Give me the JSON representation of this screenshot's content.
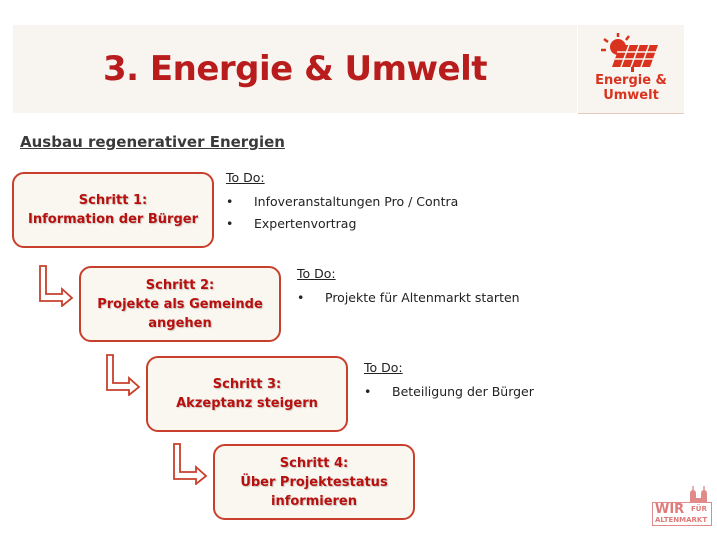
{
  "header": {
    "title": "3. Energie & Umwelt",
    "logo_text_line1": "Energie &",
    "logo_text_line2": "Umwelt"
  },
  "subtitle": "Ausbau regenerativer Energien",
  "steps": [
    {
      "line1": "Schritt 1:",
      "line2": "Information der Bürger",
      "line3": "",
      "todo_label": "To Do:",
      "todos": [
        "Infoveranstaltungen Pro / Contra",
        "Expertenvortrag"
      ]
    },
    {
      "line1": "Schritt 2:",
      "line2": "Projekte als Gemeinde",
      "line3": "angehen",
      "todo_label": "To Do:",
      "todos": [
        "Projekte für Altenmarkt starten"
      ]
    },
    {
      "line1": "Schritt 3:",
      "line2": "Akzeptanz steigern",
      "line3": "",
      "todo_label": "To Do:",
      "todos": [
        "Beteiligung der Bürger"
      ]
    },
    {
      "line1": "Schritt 4:",
      "line2": "Über Projektestatus",
      "line3": "informieren"
    }
  ],
  "bullet": "•",
  "footer_logo": {
    "text1": "WIR",
    "text2": "FÜR",
    "text3": "ALTENMARKT"
  },
  "colors": {
    "accent": "#b81c1c",
    "border": "#c8402c",
    "panel": "#f8f4ef"
  }
}
